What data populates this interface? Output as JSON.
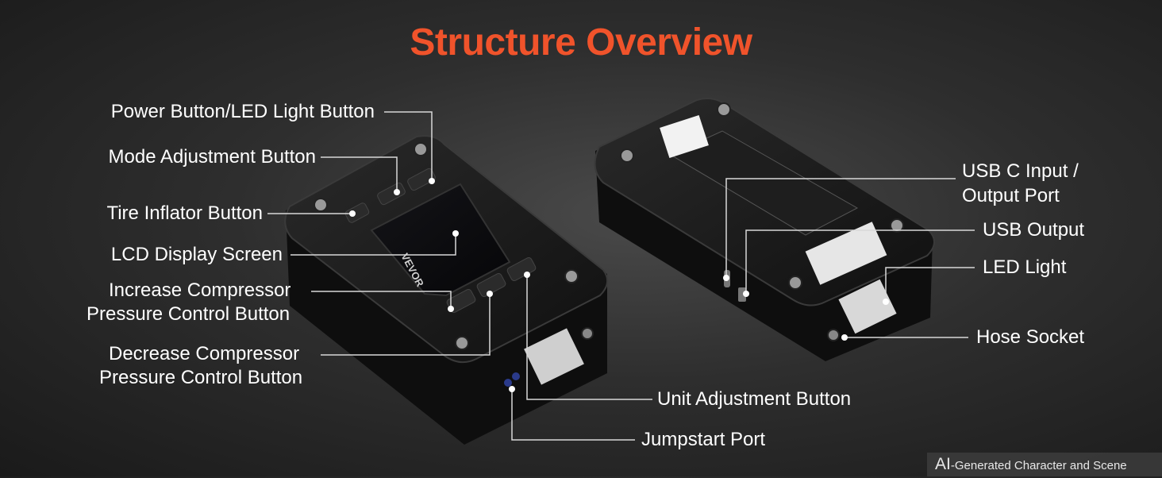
{
  "title": "Structure Overview",
  "colors": {
    "title": "#f0532b",
    "text": "#ffffff",
    "leader": "#d8d8d8",
    "device": "#161616"
  },
  "labels": {
    "power": "Power Button/LED Light Button",
    "mode": "Mode Adjustment Button",
    "tire": "Tire Inflator Button",
    "lcd": "LCD Display Screen",
    "increase_1": "Increase Compressor",
    "increase_2": "Pressure Control Button",
    "decrease_1": "Decrease Compressor",
    "decrease_2": "Pressure Control Button",
    "unit": "Unit Adjustment Button",
    "jumpstart": "Jumpstart Port",
    "usbc_1": "USB C Input /",
    "usbc_2": "Output Port",
    "usb_out": "USB Output",
    "led": "LED Light",
    "hose": "Hose Socket"
  },
  "device_brand": "VEVOR",
  "badge": {
    "prefix": "AI",
    "rest": "-Generated Character and Scene"
  }
}
